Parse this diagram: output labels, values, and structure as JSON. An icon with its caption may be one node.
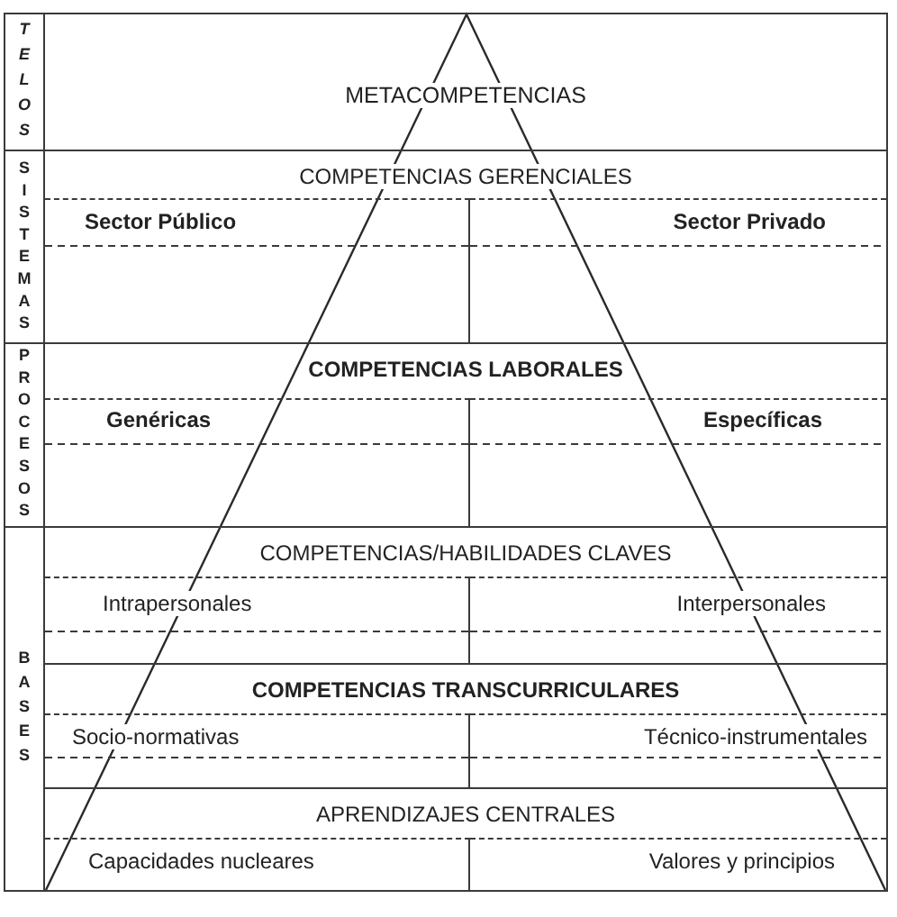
{
  "diagram": {
    "nodes": [
      {
        "text": [
          "TELOS"
        ]
      },
      {
        "text": [
          "METACOMPETENCIAS"
        ]
      },
      {
        "text": [
          "SISTEMAS"
        ]
      },
      {
        "text": [
          "COMPETENCIAS GERENCIALES"
        ]
      },
      {
        "text": [
          "Sector Público"
        ],
        "in": 3
      },
      {
        "text": [
          "Sector Privado"
        ],
        "in": 3
      },
      {
        "text": [
          "PROCESOS"
        ]
      },
      {
        "text": [
          "COMPETENCIAS LABORALES"
        ]
      },
      {
        "text": [
          "Genéricas"
        ],
        "in": 7
      },
      {
        "text": [
          "Específicas"
        ],
        "in": 7
      },
      {
        "text": [
          "BASES"
        ]
      },
      {
        "text": [
          "COMPETENCIAS/HABILIDADES CLAVES"
        ]
      },
      {
        "text": [
          "Intrapersonales"
        ],
        "in": 11
      },
      {
        "text": [
          "Interpersonales"
        ],
        "in": 11
      },
      {
        "text": [
          "COMPETENCIAS TRANSCURRICULARES"
        ]
      },
      {
        "text": [
          "Socio-normativas"
        ],
        "in": 14
      },
      {
        "text": [
          "Técnico-instrumentales"
        ],
        "in": 14
      },
      {
        "text": [
          "APRENDIZAJES CENTRALES"
        ]
      },
      {
        "text": [
          "Capacidades nucleares"
        ],
        "in": 17
      },
      {
        "text": [
          "Valores y principios"
        ],
        "in": 17
      }
    ]
  }
}
